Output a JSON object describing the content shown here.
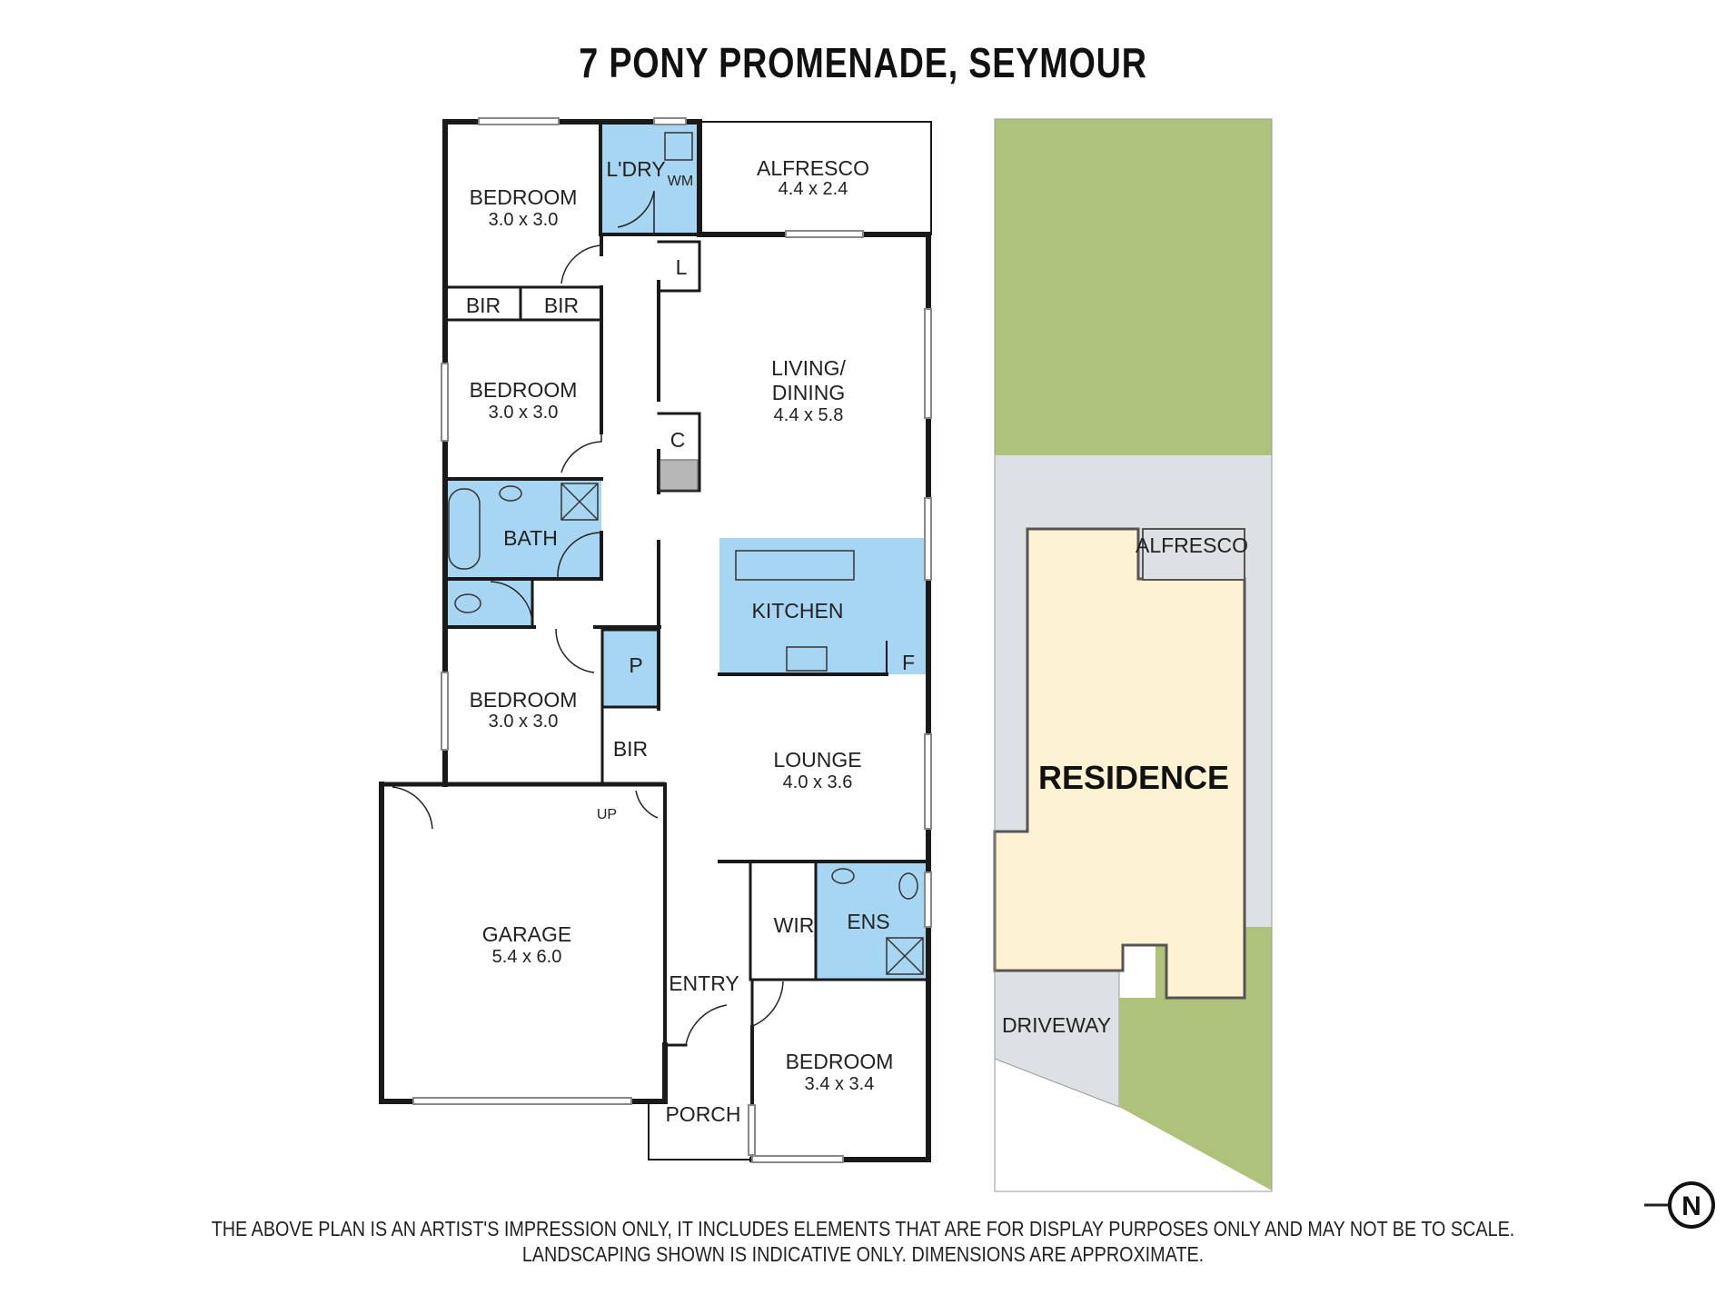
{
  "title": "7 PONY PROMENADE, SEYMOUR",
  "colors": {
    "wet_area": "#a7d6f2",
    "lawn": "#aec27a",
    "hardstand": "#dde1e4",
    "residence": "#fdf2d2",
    "wall": "#1a1a1a"
  },
  "rooms": [
    {
      "id": "bedroom-1",
      "name": "BEDROOM",
      "dim": "3.0 x 3.0"
    },
    {
      "id": "laundry",
      "name": "L'DRY",
      "dim": ""
    },
    {
      "id": "alfresco",
      "name": "ALFRESCO",
      "dim": "4.4 x 2.4"
    },
    {
      "id": "bedroom-2",
      "name": "BEDROOM",
      "dim": "3.0 x 3.0"
    },
    {
      "id": "living-dining",
      "name": "LIVING/\nDINING",
      "dim": "4.4 x 5.8"
    },
    {
      "id": "bath",
      "name": "BATH",
      "dim": ""
    },
    {
      "id": "kitchen",
      "name": "KITCHEN",
      "dim": ""
    },
    {
      "id": "bedroom-3",
      "name": "BEDROOM",
      "dim": "3.0 x 3.0"
    },
    {
      "id": "lounge",
      "name": "LOUNGE",
      "dim": "4.0 x 3.6"
    },
    {
      "id": "garage",
      "name": "GARAGE",
      "dim": "5.4 x 6.0"
    },
    {
      "id": "ensuite",
      "name": "ENS",
      "dim": ""
    },
    {
      "id": "entry",
      "name": "ENTRY",
      "dim": ""
    },
    {
      "id": "bedroom-4",
      "name": "BEDROOM",
      "dim": "3.4 x 3.4"
    },
    {
      "id": "porch",
      "name": "PORCH",
      "dim": ""
    }
  ],
  "small_labels": {
    "wm": "WM",
    "linen": "L",
    "bir_a": "BIR",
    "bir_b": "BIR",
    "cupboard": "C",
    "pantry": "P",
    "bir_c": "BIR",
    "fridge": "F",
    "up": "UP",
    "wir": "WIR"
  },
  "site": {
    "residence": "RESIDENCE",
    "alfresco": "ALFRESCO",
    "driveway": "DRIVEWAY"
  },
  "compass": {
    "letter": "N"
  },
  "disclaimer": {
    "line1": "THE ABOVE PLAN IS AN ARTIST'S IMPRESSION ONLY, IT INCLUDES ELEMENTS THAT ARE FOR DISPLAY PURPOSES ONLY AND MAY NOT BE TO SCALE.",
    "line2": "LANDSCAPING SHOWN IS INDICATIVE ONLY. DIMENSIONS ARE APPROXIMATE."
  }
}
